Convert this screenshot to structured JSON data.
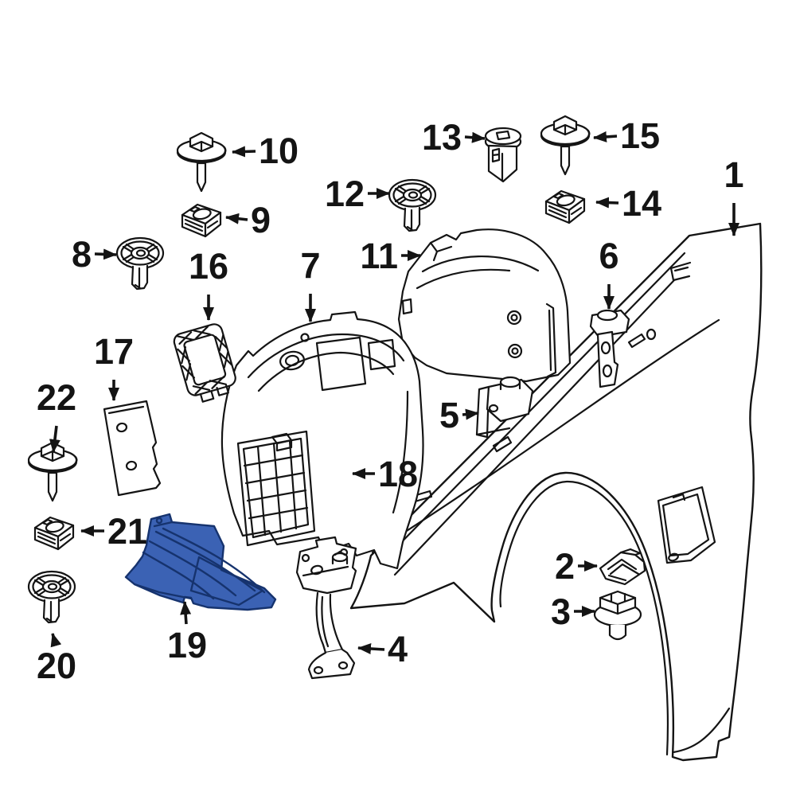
{
  "diagram": {
    "kind": "exploded-parts-diagram",
    "subject": "front-fender-and-liner-assembly",
    "background_color": "#ffffff",
    "line_color": "#141414",
    "highlight_color": "#3B62B4",
    "highlight_outline": "#16336E",
    "highlighted_callout": "19",
    "callouts": [
      {
        "number": "1",
        "part": "fender-panel",
        "arrow": "down"
      },
      {
        "number": "2",
        "part": "clip-nut",
        "arrow": "right"
      },
      {
        "number": "3",
        "part": "hex-bolt",
        "arrow": "right"
      },
      {
        "number": "4",
        "part": "fender-support-bracket",
        "arrow": "left"
      },
      {
        "number": "5",
        "part": "mount-bracket",
        "arrow": "right"
      },
      {
        "number": "6",
        "part": "mount-bracket",
        "arrow": "down"
      },
      {
        "number": "7",
        "part": "fender-liner-front-section",
        "arrow": "down"
      },
      {
        "number": "8",
        "part": "push-rivet",
        "arrow": "right"
      },
      {
        "number": "9",
        "part": "cage-nut",
        "arrow": "left"
      },
      {
        "number": "10",
        "part": "washer-head-screw",
        "arrow": "left"
      },
      {
        "number": "11",
        "part": "fender-liner-rear-section",
        "arrow": "right"
      },
      {
        "number": "12",
        "part": "push-rivet",
        "arrow": "right"
      },
      {
        "number": "13",
        "part": "expansion-nut",
        "arrow": "right"
      },
      {
        "number": "14",
        "part": "cage-nut",
        "arrow": "left"
      },
      {
        "number": "15",
        "part": "washer-head-screw",
        "arrow": "left"
      },
      {
        "number": "16",
        "part": "access-cover",
        "arrow": "down"
      },
      {
        "number": "17",
        "part": "shield-plate",
        "arrow": "down"
      },
      {
        "number": "18",
        "part": "vented-bracket",
        "arrow": "left"
      },
      {
        "number": "19",
        "part": "lower-deflector-highlighted",
        "arrow": "up"
      },
      {
        "number": "20",
        "part": "push-rivet",
        "arrow": "up"
      },
      {
        "number": "21",
        "part": "cage-nut",
        "arrow": "left"
      },
      {
        "number": "22",
        "part": "washer-head-screw",
        "arrow": "down"
      }
    ]
  }
}
